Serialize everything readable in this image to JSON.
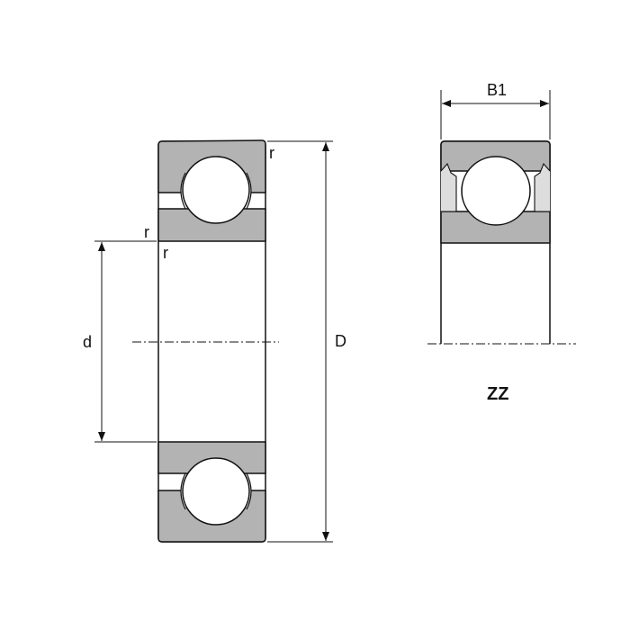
{
  "labels": {
    "r_outer": "r",
    "r_inner_top": "r",
    "r_inner_side": "r",
    "d": "d",
    "D": "D",
    "B1": "B1",
    "variant": "ZZ"
  },
  "colors": {
    "ring": "#b3b3b3",
    "line": "#111111"
  }
}
